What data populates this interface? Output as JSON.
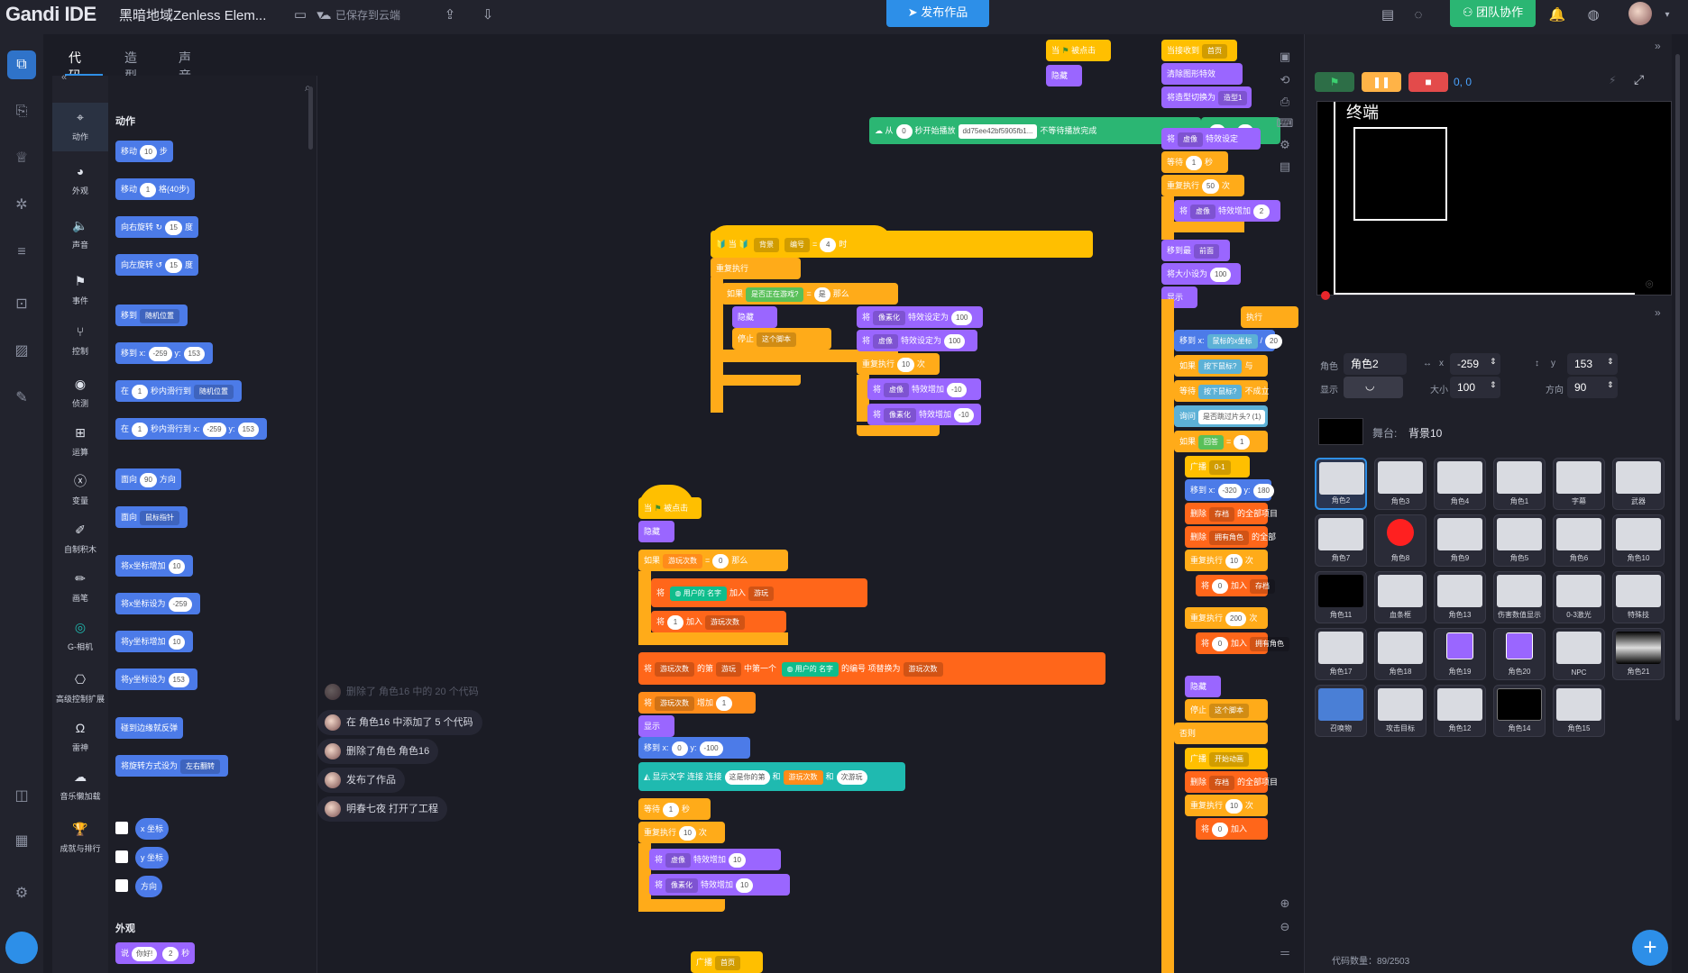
{
  "app": {
    "logo": "Gandi IDE",
    "project_title": "黑暗地域Zenless Elem...",
    "saved_status": "已保存到云端",
    "publish_label": "发布作品",
    "team_label": "团队协作"
  },
  "editor_tabs": [
    "代码",
    "造型",
    "声音"
  ],
  "categories": [
    {
      "label": "动作",
      "color": "#4c7be8"
    },
    {
      "label": "外观",
      "color": "#9a66ff"
    },
    {
      "label": "声音",
      "color": "#cf63cf"
    },
    {
      "label": "事件",
      "color": "#ffbf00"
    },
    {
      "label": "控制",
      "color": "#ffab19"
    },
    {
      "label": "侦测",
      "color": "#5cb1d6"
    },
    {
      "label": "运算",
      "color": "#59c059"
    },
    {
      "label": "变量",
      "color": "#ff8c1a"
    },
    {
      "label": "自制积木",
      "color": "#ff6680"
    },
    {
      "label": "画笔",
      "color": "#0fbd8c"
    },
    {
      "label": "G-相机",
      "color": "#1fbab0"
    },
    {
      "label": "高级控制扩展",
      "color": "#8a8f9e"
    },
    {
      "label": "雷神",
      "color": "#8a8f9e"
    },
    {
      "label": "音乐懒加载",
      "color": "#8a8f9e"
    },
    {
      "label": "成就与排行",
      "color": "#ffbf00"
    }
  ],
  "palette": {
    "section_motion": "动作",
    "section_looks": "外观",
    "blocks": {
      "move_steps": {
        "a": "移动",
        "v": "10",
        "b": "步"
      },
      "move_grid": {
        "a": "移动",
        "v": "1",
        "b": "格(40步)"
      },
      "turn_right": {
        "a": "向右旋转",
        "icon": "↻",
        "v": "15",
        "b": "度"
      },
      "turn_left": {
        "a": "向左旋转",
        "icon": "↺",
        "v": "15",
        "b": "度"
      },
      "goto": {
        "a": "移到",
        "dd": "随机位置"
      },
      "goto_xy": {
        "a": "移到 x:",
        "x": "-259",
        "y_label": "y:",
        "y": "153"
      },
      "glide_to": {
        "a": "在",
        "v": "1",
        "b": "秒内滑行到",
        "dd": "随机位置"
      },
      "glide_xy": {
        "a": "在",
        "v": "1",
        "b": "秒内滑行到 x:",
        "x": "-259",
        "y_label": "y:",
        "y": "153"
      },
      "point_dir": {
        "a": "面向",
        "v": "90",
        "b": "方向"
      },
      "point_towards": {
        "a": "面向",
        "dd": "鼠标指针"
      },
      "change_x": {
        "a": "将x坐标增加",
        "v": "10"
      },
      "set_x": {
        "a": "将x坐标设为",
        "v": "-259"
      },
      "change_y": {
        "a": "将y坐标增加",
        "v": "10"
      },
      "set_y": {
        "a": "将y坐标设为",
        "v": "153"
      },
      "bounce": {
        "a": "碰到边缘就反弹"
      },
      "rotation_style": {
        "a": "将旋转方式设为",
        "dd": "左右翻转"
      },
      "x_pos": "x 坐标",
      "y_pos": "y 坐标",
      "direction": "方向",
      "say_for": {
        "a": "说",
        "v": "你好!",
        "n": "2",
        "b": "秒"
      }
    }
  },
  "scripts": {
    "s1": {
      "hat": {
        "a": "当",
        "dd1": "背景",
        "dd2": "编号",
        "op": "=",
        "v": "4",
        "b": "时"
      },
      "forever": "重复执行",
      "if": {
        "a": "如果",
        "cond": "是否正在游戏?",
        "op": "=",
        "v": "是",
        "b": "那么"
      },
      "hide": "隐藏",
      "stop": {
        "a": "停止",
        "dd": "这个脚本"
      }
    },
    "s2": {
      "hat": {
        "a": "当",
        "b": "被点击"
      },
      "hide": "隐藏",
      "if": {
        "a": "如果",
        "var": "游玩次数",
        "op": "=",
        "v": "0",
        "b": "那么"
      },
      "add_user": {
        "a": "将",
        "c": "用户的",
        "dd": "名字",
        "b": "加入",
        "list": "游玩"
      },
      "add_one": {
        "a": "将",
        "v": "1",
        "b": "加入",
        "list": "游玩次数"
      },
      "replace": {
        "a": "将",
        "list1": "游玩次数",
        "b": "的第",
        "list2": "游玩",
        "c": "中第一个",
        "d": "用户的",
        "dd": "名字",
        "e": "的编号",
        "f": "项替换为",
        "var": "游玩次数"
      },
      "change": {
        "a": "将",
        "dd": "游玩次数",
        "b": "增加",
        "v": "1"
      },
      "show": "显示",
      "goto": {
        "a": "移到 x:",
        "x": "0",
        "y_label": "y:",
        "y": "-100"
      },
      "display": {
        "a": "显示文字",
        "j1": "连接",
        "j2": "连接",
        "t1": "这是你的第",
        "b": "和",
        "var": "游玩次数",
        "c": "和",
        "t2": "次游玩"
      },
      "wait": {
        "a": "等待",
        "v": "1",
        "b": "秒"
      },
      "repeat": {
        "a": "重复执行",
        "v": "10",
        "b": "次"
      },
      "effect1": {
        "a": "将",
        "dd": "虚像",
        "b": "特效增加",
        "v": "10"
      },
      "effect2": {
        "a": "将",
        "dd": "像素化",
        "b": "特效增加",
        "v": "10"
      }
    },
    "s3": {
      "hat": {
        "a": "当",
        "b": "被点击"
      },
      "hide": "隐藏"
    },
    "s4": {
      "a": "从",
      "v": "0",
      "b": "秒开始播放",
      "id": "dd75ee42bf5905fb1...",
      "c": "不等待播放完成",
      "x": "6",
      "y_label": "y:",
      "y": "-4"
    },
    "s5": {
      "hat": {
        "a": "当接收到",
        "dd": "首页"
      },
      "clear": "清除图形特效",
      "switch": {
        "a": "将造型切换为",
        "dd": "造型1"
      },
      "set_effect": {
        "a": "将",
        "dd": "虚像",
        "b": "特效设定"
      },
      "wait": {
        "a": "等待",
        "v": "1",
        "b": "秒"
      },
      "repeat": {
        "a": "重复执行",
        "v": "50",
        "b": "次"
      },
      "change_effect": {
        "a": "将",
        "dd": "虚像",
        "b": "特效增加",
        "v": "2"
      },
      "front": {
        "a": "移到最",
        "dd": "前面"
      },
      "size": {
        "a": "将大小设为",
        "v": "100"
      },
      "show": "显示"
    },
    "s6": {
      "r1": {
        "a": "将",
        "dd": "像素化",
        "b": "特效设定为",
        "v": "100"
      },
      "r2": {
        "a": "将",
        "dd": "虚像",
        "b": "特效设定为",
        "v": "100"
      },
      "repeat": {
        "a": "重复执行",
        "v": "10",
        "b": "次"
      },
      "r3": {
        "a": "将",
        "dd": "虚像",
        "b": "特效增加",
        "v": "-10"
      },
      "r4": {
        "a": "将",
        "dd": "像素化",
        "b": "特效增加",
        "v": "-10"
      }
    },
    "s7": {
      "exec": "执行",
      "move": {
        "a": "移到 x:",
        "v": "鼠标的x坐标",
        "b": "/",
        "n": "20"
      },
      "if1": {
        "a": "如果",
        "c": "按下鼠标?",
        "b": "与"
      },
      "wait": {
        "a": "等待",
        "c": "按下鼠标?",
        "b": "不成立"
      },
      "ask": {
        "a": "询问",
        "t": "是否跳过片头? (1)"
      },
      "if2": {
        "a": "如果",
        "c": "回答",
        "op": "=",
        "v": "1"
      },
      "broadcast": {
        "a": "广播",
        "dd": "0-1"
      },
      "goto": {
        "a": "移到 x:",
        "x": "-320",
        "y_label": "y:",
        "y": "180"
      },
      "del1": {
        "a": "删除",
        "dd": "存档",
        "b": "的全部项目"
      },
      "del2": {
        "a": "删除",
        "dd": "拥有角色",
        "b": "的全部"
      },
      "repeat1": {
        "a": "重复执行",
        "v": "10",
        "b": "次"
      },
      "add1": {
        "a": "将",
        "v": "0",
        "b": "加入",
        "dd": "存档"
      },
      "repeat2": {
        "a": "重复执行",
        "v": "200",
        "b": "次"
      },
      "add2": {
        "a": "将",
        "v": "0",
        "b": "加入",
        "dd": "拥有角色"
      },
      "hide": "隐藏",
      "stop": {
        "a": "停止",
        "dd": "这个脚本"
      },
      "else": "否则",
      "broadcast2": {
        "a": "广播",
        "dd": "开始动画"
      },
      "del3": {
        "a": "删除",
        "dd": "存档",
        "b": "的全部项目"
      },
      "repeat3": {
        "a": "重复执行",
        "v": "10",
        "b": "次"
      },
      "add3": {
        "a": "将",
        "v": "0",
        "b": "加入"
      }
    },
    "s8": {
      "a": "广播",
      "dd": "首页"
    }
  },
  "feed": {
    "faded": "删除了 角色16 中的 20 个代码",
    "items": [
      "在 角色16 中添加了 5 个代码",
      "删除了角色 角色16",
      "发布了作品",
      "明春七夜 打开了工程"
    ]
  },
  "stage": {
    "coords": "0, 0",
    "title_text": "终端"
  },
  "sprite_props": {
    "label_sprite": "角色",
    "name": "角色2",
    "x_label": "x",
    "x": "-259",
    "y_label": "y",
    "y": "153",
    "show_label": "显示",
    "size_label": "大小",
    "size": "100",
    "dir_label": "方向",
    "direction": "90",
    "backdrop_label": "舞台:",
    "backdrop": "背景10"
  },
  "sprites": [
    "角色2",
    "角色3",
    "角色4",
    "角色1",
    "字幕",
    "武器",
    "角色7",
    "角色8",
    "角色9",
    "角色5",
    "角色6",
    "角色10",
    "角色11",
    "血条框",
    "角色13",
    "伤害数值显示",
    "0-3激光",
    "特殊技",
    "角色17",
    "角色18",
    "角色19",
    "角色20",
    "NPC",
    "角色21",
    "召唤物",
    "攻击目标",
    "角色12",
    "角色14",
    "角色15"
  ],
  "code_count": "代码数量：89/2503"
}
